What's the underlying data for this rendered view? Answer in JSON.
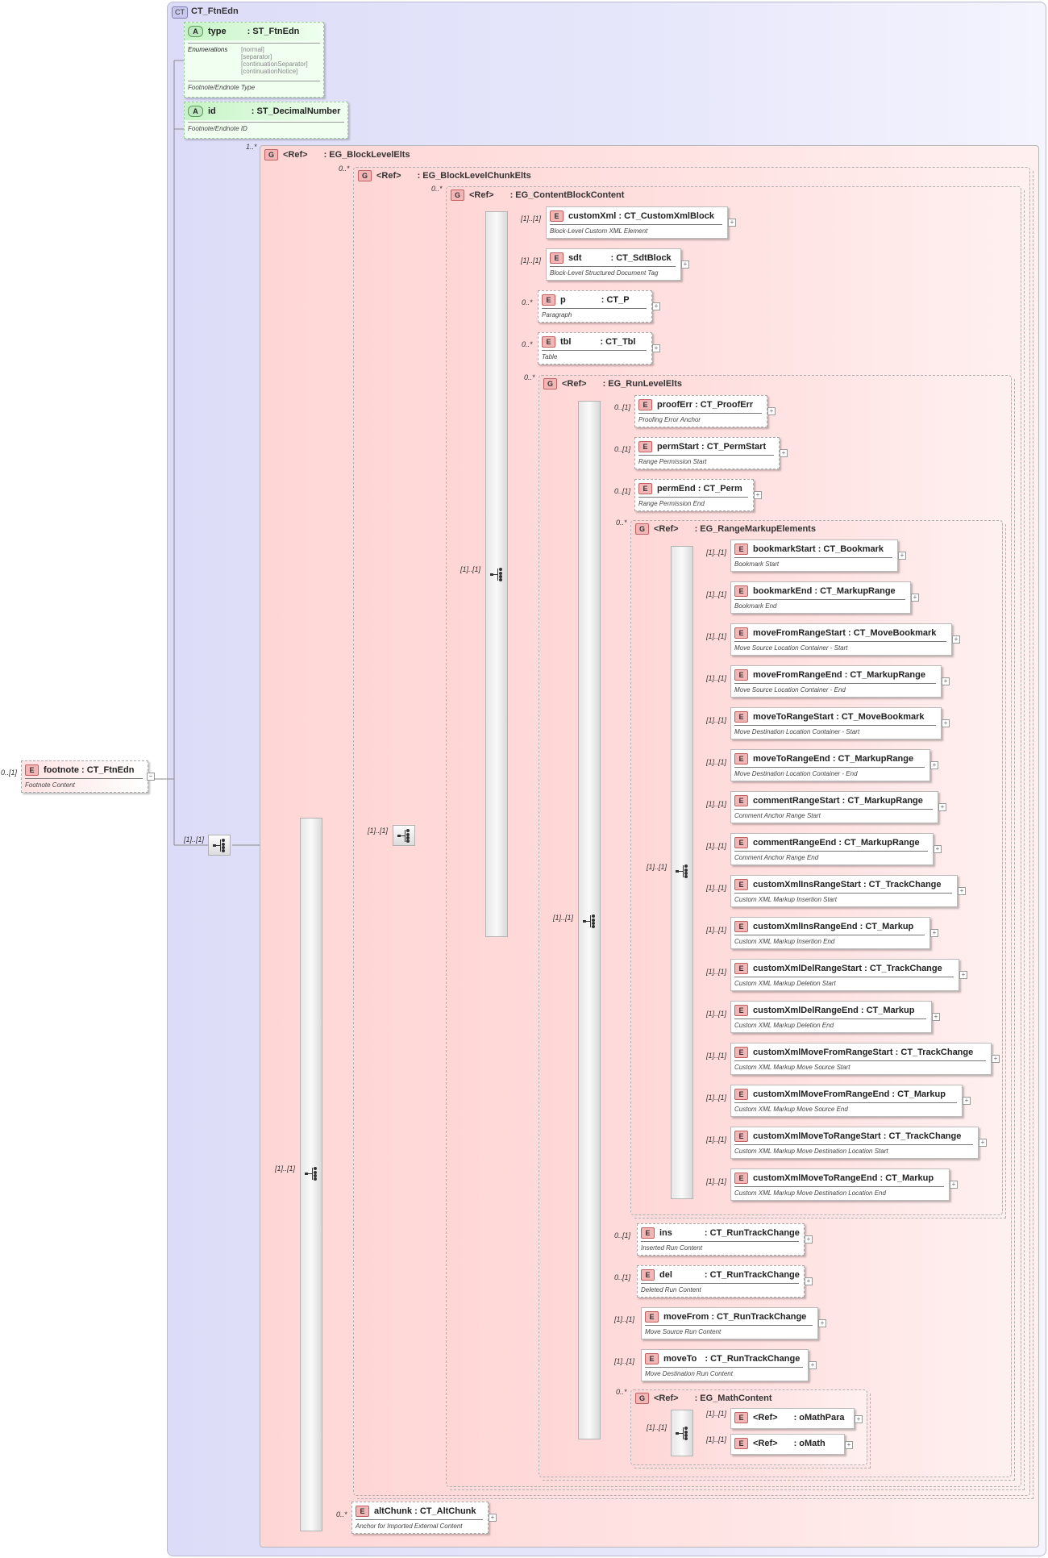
{
  "complex_type": {
    "badge": "CT",
    "name": "CT_FtnEdn"
  },
  "attributes": [
    {
      "badge": "A",
      "name": "type",
      "type": ": ST_FtnEdn",
      "enum_label": "Enumerations",
      "enums": [
        "[normal]",
        "[separator]",
        "[continuationSeparator]",
        "[continuationNotice]"
      ],
      "doc": "Footnote/Endnote Type"
    },
    {
      "badge": "A",
      "name": "id",
      "type": ": ST_DecimalNumber",
      "doc": "Footnote/Endnote ID"
    }
  ],
  "root": {
    "mult": "0..[1]",
    "badge": "E",
    "name": "footnote",
    "type": ": CT_FtnEdn",
    "doc": "Footnote Content"
  },
  "groups": {
    "block_level": {
      "mult": "1..*",
      "badge": "G",
      "ref": "<Ref>",
      "name": ": EG_BlockLevelElts"
    },
    "block_chunk": {
      "mult": "0..*",
      "badge": "G",
      "ref": "<Ref>",
      "name": ": EG_BlockLevelChunkElts"
    },
    "content_block": {
      "mult": "0..*",
      "badge": "G",
      "ref": "<Ref>",
      "name": ": EG_ContentBlockContent"
    },
    "run_level": {
      "mult": "0..*",
      "badge": "G",
      "ref": "<Ref>",
      "name": ": EG_RunLevelElts"
    },
    "range_markup": {
      "mult": "0..*",
      "badge": "G",
      "ref": "<Ref>",
      "name": ": EG_RangeMarkupElements"
    },
    "math": {
      "mult": "0..*",
      "badge": "G",
      "ref": "<Ref>",
      "name": ": EG_MathContent"
    }
  },
  "seq_mults": {
    "ct": "[1]..[1]",
    "block_level": "[1]..[1]",
    "block_chunk": "[1]..[1]",
    "content_block": "[1]..[1]",
    "run_level": "[1]..[1]",
    "range_markup": "[1]..[1]",
    "math": "[1]..[1]"
  },
  "content_block_elems": [
    {
      "mult": "[1]..[1]",
      "name": "customXml",
      "type": ": CT_CustomXmlBlock",
      "doc": "Block-Level Custom XML Element",
      "opt": false
    },
    {
      "mult": "[1]..[1]",
      "name": "sdt",
      "type": ": CT_SdtBlock",
      "doc": "Block-Level Structured Document Tag",
      "opt": false
    },
    {
      "mult": "0..*",
      "name": "p",
      "type": ": CT_P",
      "doc": "Paragraph",
      "opt": true
    },
    {
      "mult": "0..*",
      "name": "tbl",
      "type": ": CT_Tbl",
      "doc": "Table",
      "opt": true
    }
  ],
  "run_level_elems_top": [
    {
      "mult": "0..[1]",
      "name": "proofErr",
      "type": ": CT_ProofErr",
      "doc": "Proofing Error Anchor",
      "opt": true
    },
    {
      "mult": "0..[1]",
      "name": "permStart",
      "type": ": CT_PermStart",
      "doc": "Range Permission Start",
      "opt": true
    },
    {
      "mult": "0..[1]",
      "name": "permEnd",
      "type": ": CT_Perm",
      "doc": "Range Permission End",
      "opt": true
    }
  ],
  "range_markup_elems": [
    {
      "mult": "[1]..[1]",
      "name": "bookmarkStart",
      "type": ": CT_Bookmark",
      "doc": "Bookmark Start"
    },
    {
      "mult": "[1]..[1]",
      "name": "bookmarkEnd",
      "type": ": CT_MarkupRange",
      "doc": "Bookmark End"
    },
    {
      "mult": "[1]..[1]",
      "name": "moveFromRangeStart",
      "type": ": CT_MoveBookmark",
      "doc": "Move Source Location Container - Start"
    },
    {
      "mult": "[1]..[1]",
      "name": "moveFromRangeEnd",
      "type": ": CT_MarkupRange",
      "doc": "Move Source Location Container - End"
    },
    {
      "mult": "[1]..[1]",
      "name": "moveToRangeStart",
      "type": ": CT_MoveBookmark",
      "doc": "Move Destination Location Container - Start"
    },
    {
      "mult": "[1]..[1]",
      "name": "moveToRangeEnd",
      "type": ": CT_MarkupRange",
      "doc": "Move Destination Location Container - End"
    },
    {
      "mult": "[1]..[1]",
      "name": "commentRangeStart",
      "type": ": CT_MarkupRange",
      "doc": "Comment Anchor Range Start"
    },
    {
      "mult": "[1]..[1]",
      "name": "commentRangeEnd",
      "type": ": CT_MarkupRange",
      "doc": "Comment Anchor Range End"
    },
    {
      "mult": "[1]..[1]",
      "name": "customXmlInsRangeStart",
      "type": ": CT_TrackChange",
      "doc": "Custom XML Markup Insertion Start"
    },
    {
      "mult": "[1]..[1]",
      "name": "customXmlInsRangeEnd",
      "type": ": CT_Markup",
      "doc": "Custom XML Markup Insertion End"
    },
    {
      "mult": "[1]..[1]",
      "name": "customXmlDelRangeStart",
      "type": ": CT_TrackChange",
      "doc": "Custom XML Markup Deletion Start"
    },
    {
      "mult": "[1]..[1]",
      "name": "customXmlDelRangeEnd",
      "type": ": CT_Markup",
      "doc": "Custom XML Markup Deletion End"
    },
    {
      "mult": "[1]..[1]",
      "name": "customXmlMoveFromRangeStart",
      "type": ": CT_TrackChange",
      "doc": "Custom XML Markup Move Source Start"
    },
    {
      "mult": "[1]..[1]",
      "name": "customXmlMoveFromRangeEnd",
      "type": ": CT_Markup",
      "doc": "Custom XML Markup Move Source End"
    },
    {
      "mult": "[1]..[1]",
      "name": "customXmlMoveToRangeStart",
      "type": ": CT_TrackChange",
      "doc": "Custom XML Markup Move Destination Location Start"
    },
    {
      "mult": "[1]..[1]",
      "name": "customXmlMoveToRangeEnd",
      "type": ": CT_Markup",
      "doc": "Custom XML Markup Move Destination Location End"
    }
  ],
  "run_level_elems_bottom": [
    {
      "mult": "0..[1]",
      "name": "ins",
      "type": ": CT_RunTrackChange",
      "doc": "Inserted Run Content",
      "opt": true
    },
    {
      "mult": "0..[1]",
      "name": "del",
      "type": ": CT_RunTrackChange",
      "doc": "Deleted Run Content",
      "opt": true
    },
    {
      "mult": "[1]..[1]",
      "name": "moveFrom",
      "type": ": CT_RunTrackChange",
      "doc": "Move Source Run Content",
      "opt": false
    },
    {
      "mult": "[1]..[1]",
      "name": "moveTo",
      "type": ": CT_RunTrackChange",
      "doc": "Move Destination Run Content",
      "opt": false
    }
  ],
  "math_elems": [
    {
      "mult": "[1]..[1]",
      "ref": "<Ref>",
      "name": ": oMathPara"
    },
    {
      "mult": "[1]..[1]",
      "ref": "<Ref>",
      "name": ": oMath"
    }
  ],
  "alt_chunk": {
    "mult": "0..*",
    "name": "altChunk",
    "type": ": CT_AltChunk",
    "doc": "Anchor for Imported External Content"
  },
  "badge_letters": {
    "element": "E",
    "group": "G"
  }
}
